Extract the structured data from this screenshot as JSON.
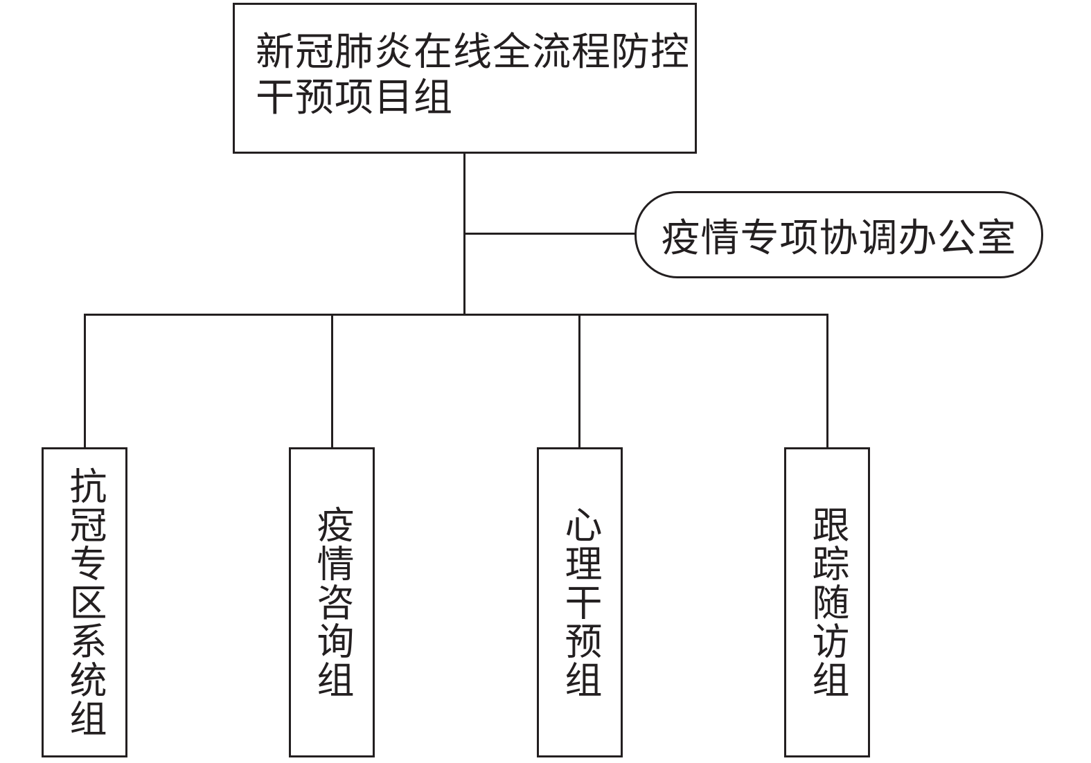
{
  "root": {
    "label": "新冠肺炎在线全流程防控干预项目组"
  },
  "office": {
    "label": "疫情专项协调办公室"
  },
  "groups": [
    {
      "label": "抗冠专区系统组"
    },
    {
      "label": "疫情咨询组"
    },
    {
      "label": "心理干预组"
    },
    {
      "label": "跟踪随访组"
    }
  ]
}
